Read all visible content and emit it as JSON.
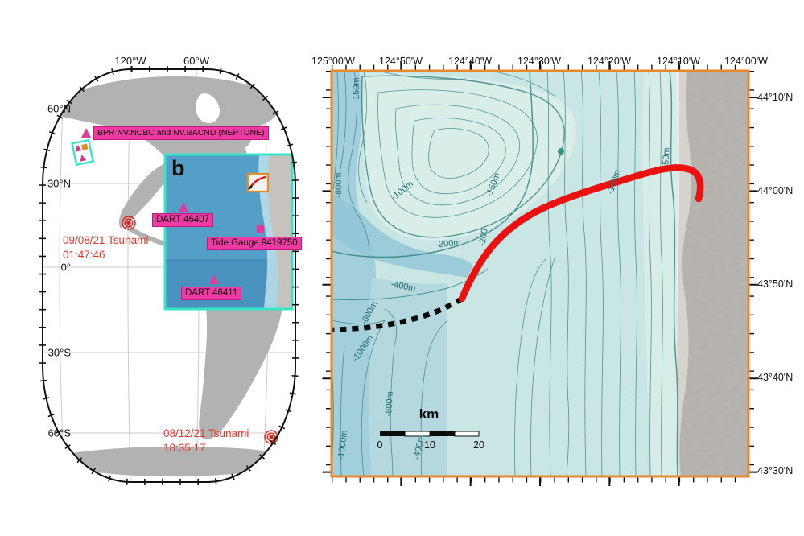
{
  "colors": {
    "magenta_label": "#ee3aa2",
    "cyan_box": "#35e6c9",
    "orange_frame": "#e8872b",
    "alert_red": "#e8352a",
    "cable_red": "#ec1111",
    "contour_teal": "#2e7e80",
    "land_gray": "#b2b2b2",
    "inset_ocean_blue": "#549fc8"
  },
  "globe_panel": {
    "top_ticks": [
      "120°W",
      "60°W"
    ],
    "lat_ticks": [
      "60°N",
      "30°N",
      "0°",
      "30°S",
      "60°S"
    ],
    "bpr_label": "BPR NV.NCBC and NV.BACND (NEPTUNE)",
    "inset_letter": "b",
    "dart_46407": "DART 46407",
    "tide_gauge": "Tide Gauge 9419750",
    "dart_46411": "DART 46411",
    "tsunami_1_date": "09/08/21 Tsunami",
    "tsunami_1_time": "01:47:46",
    "tsunami_2_date": "08/12/21 Tsunami",
    "tsunami_2_time": "18:35:17"
  },
  "bathy_map": {
    "lon_ticks": [
      "125°00'W",
      "124°50'W",
      "124°40'W",
      "124°30'W",
      "124°20'W",
      "124°10'W",
      "124°00'W"
    ],
    "lat_ticks": [
      "44°10'N",
      "44°00'N",
      "43°50'N",
      "43°40'N",
      "43°30'N"
    ],
    "contour_labels": [
      "-150m",
      "-800m",
      "-100m",
      "-150m",
      "-200m",
      "-200",
      "-100m",
      "-50m",
      "-400m",
      "-600m",
      "-1000m",
      "-800m",
      "-400m",
      "-1000m"
    ],
    "scale": {
      "unit": "km",
      "t0": "0",
      "t1": "10",
      "t2": "20"
    }
  }
}
